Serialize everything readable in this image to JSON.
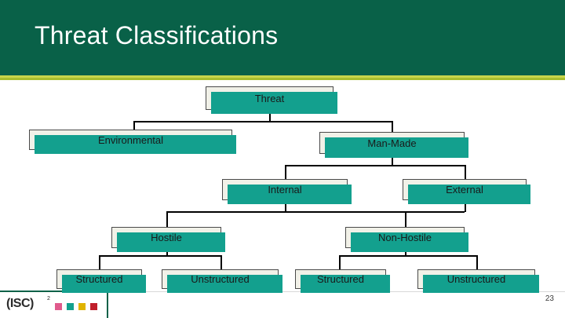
{
  "slide": {
    "title": "Threat Classifications",
    "page_number": "23",
    "accent_colors": {
      "header_green": "#096148",
      "accent_lime": "#c8d64b",
      "box_fill": "#f1f1e8",
      "box_shadow_teal": "#13a08e"
    }
  },
  "diagram": {
    "type": "hierarchy-tree",
    "nodes": [
      {
        "id": "threat",
        "label": "Threat"
      },
      {
        "id": "environmental",
        "label": "Environmental"
      },
      {
        "id": "man-made",
        "label": "Man-Made"
      },
      {
        "id": "internal",
        "label": "Internal"
      },
      {
        "id": "external",
        "label": "External"
      },
      {
        "id": "hostile",
        "label": "Hostile"
      },
      {
        "id": "non-hostile",
        "label": "Non-Hostile"
      },
      {
        "id": "structured-hostile",
        "label": "Structured"
      },
      {
        "id": "unstructured-hostile",
        "label": "Unstructured"
      },
      {
        "id": "structured-non",
        "label": "Structured"
      },
      {
        "id": "unstructured-non",
        "label": "Unstructured"
      }
    ]
  },
  "footer": {
    "logo_text": "(ISC)",
    "logo_superscript": "2",
    "squares": [
      "#e05a8c",
      "#13a08e",
      "#e0b400",
      "#c01f2b"
    ]
  }
}
